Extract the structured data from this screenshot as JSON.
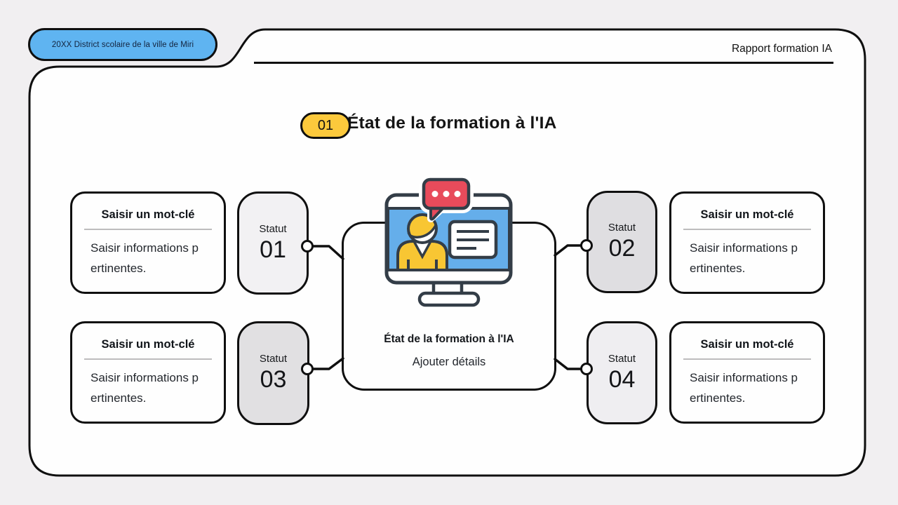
{
  "page": {
    "background": "#f1eff1",
    "slide_fill": "#fefefe",
    "line_color": "#0f0f0f"
  },
  "badge": {
    "label": "20XX District scolaire de la ville de Miri",
    "bg": "#5fb4f1",
    "text_color": "#13233d"
  },
  "header": {
    "title": "Rapport formation IA"
  },
  "section": {
    "number": "01",
    "title": "État de la formation à l'IA",
    "badge_bg": "#fcc93c"
  },
  "center": {
    "title": "État de la formation à l'IA",
    "subtitle": "Ajouter détails"
  },
  "keyword_cards": [
    {
      "position": "top-left",
      "title": "Saisir un mot-clé",
      "body_lines": [
        "Saisir informations p",
        "ertinentes."
      ]
    },
    {
      "position": "top-right",
      "title": "Saisir un mot-clé",
      "body_lines": [
        "Saisir informations p",
        "ertinentes."
      ]
    },
    {
      "position": "bottom-left",
      "title": "Saisir un mot-clé",
      "body_lines": [
        "Saisir informations p",
        "ertinentes."
      ]
    },
    {
      "position": "bottom-right",
      "title": "Saisir un mot-clé",
      "body_lines": [
        "Saisir informations p",
        "ertinentes."
      ]
    }
  ],
  "status_cards": [
    {
      "label": "Statut",
      "number": "01",
      "bg": "#f2f1f3"
    },
    {
      "label": "Statut",
      "number": "02",
      "bg": "#dfdee1"
    },
    {
      "label": "Statut",
      "number": "03",
      "bg": "#e1e0e2"
    },
    {
      "label": "Statut",
      "number": "04",
      "bg": "#efeef1"
    }
  ],
  "illustration": {
    "name": "monitor-presenter-illustration",
    "parts": [
      "speech-bubble-icon",
      "person-avatar-icon",
      "text-card-icon",
      "monitor-icon",
      "monitor-stand-icon"
    ],
    "colors": {
      "screen_blue": "#65aeea",
      "person_yellow": "#f8c633",
      "bubble_red": "#e84b5b",
      "outline": "#333d47"
    }
  },
  "connectors": {
    "color": "#0f0f0f",
    "node_fill": "#ffffff"
  }
}
